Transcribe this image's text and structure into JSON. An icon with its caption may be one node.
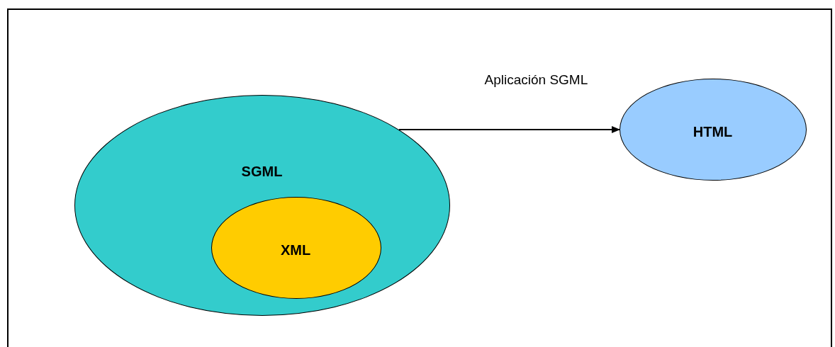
{
  "diagram": {
    "nodes": [
      {
        "text": [
          "SGML"
        ]
      },
      {
        "text": [
          "XML"
        ],
        "in": 0
      },
      {
        "text": [
          "HTML"
        ]
      }
    ],
    "edges": [
      {
        "from": 0,
        "to": 2,
        "arrow": "to",
        "label": "Aplicación SGML"
      }
    ]
  }
}
